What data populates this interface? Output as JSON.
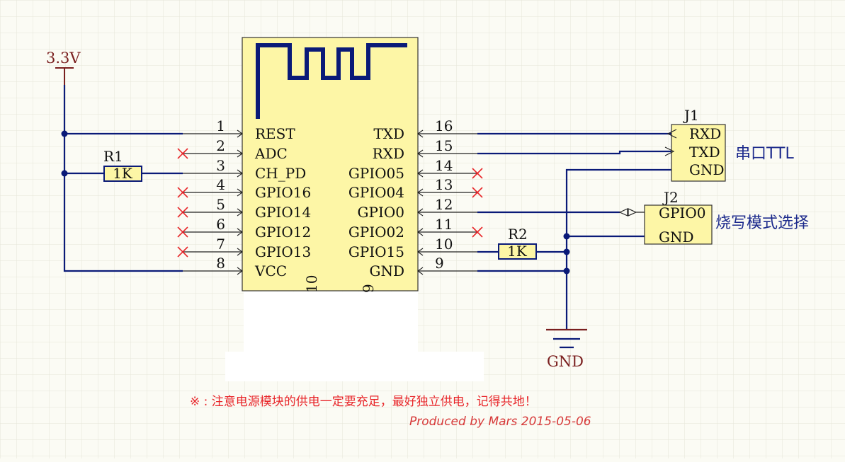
{
  "power": {
    "label": "3.3V",
    "gnd_label": "GND"
  },
  "module": {
    "left_pins": [
      {
        "num": "1",
        "name": "REST"
      },
      {
        "num": "2",
        "name": "ADC"
      },
      {
        "num": "3",
        "name": "CH_PD"
      },
      {
        "num": "4",
        "name": "GPIO16"
      },
      {
        "num": "5",
        "name": "GPIO14"
      },
      {
        "num": "6",
        "name": "GPIO12"
      },
      {
        "num": "7",
        "name": "GPIO13"
      },
      {
        "num": "8",
        "name": "VCC"
      }
    ],
    "right_pins": [
      {
        "num": "16",
        "name": "TXD"
      },
      {
        "num": "15",
        "name": "RXD"
      },
      {
        "num": "14",
        "name": "GPIO05"
      },
      {
        "num": "13",
        "name": "GPIO04"
      },
      {
        "num": "12",
        "name": "GPIO0"
      },
      {
        "num": "11",
        "name": "GPIO02"
      },
      {
        "num": "10",
        "name": "GPIO15"
      },
      {
        "num": "9",
        "name": "GND"
      }
    ],
    "bottom_nums": [
      "10",
      "9"
    ]
  },
  "r1": {
    "ref": "R1",
    "value": "1K"
  },
  "r2": {
    "ref": "R2",
    "value": "1K"
  },
  "j1": {
    "ref": "J1",
    "pins": [
      "RXD",
      "TXD",
      "GND"
    ],
    "caption": "串口TTL"
  },
  "j2": {
    "ref": "J2",
    "pins": [
      "GPIO0",
      "GND"
    ],
    "caption": "烧写模式选择"
  },
  "note": "※ : 注意电源模块的供电一定要充足，最好独立供电，记得共地！",
  "credit": "Produced by Mars  2015-05-06",
  "colors": {
    "wire": "#0a1a78",
    "module_fill": "#fdf6a6",
    "note": "#e8262a",
    "power": "#7a1f1f"
  }
}
